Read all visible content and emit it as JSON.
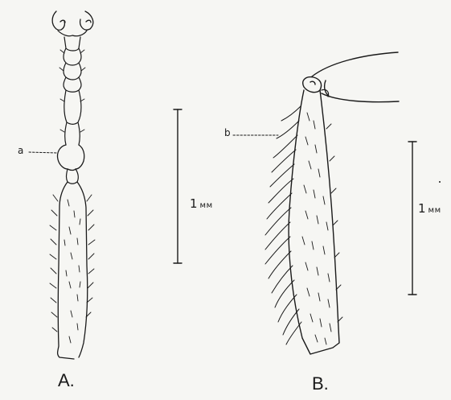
{
  "figure": {
    "panel_a": {
      "caption": "A.",
      "pointer_label": "a",
      "scale_number": "1",
      "scale_unit": "мм"
    },
    "panel_b": {
      "caption": "B.",
      "pointer_label": "b",
      "scale_number": "1",
      "scale_unit": "мм"
    }
  }
}
